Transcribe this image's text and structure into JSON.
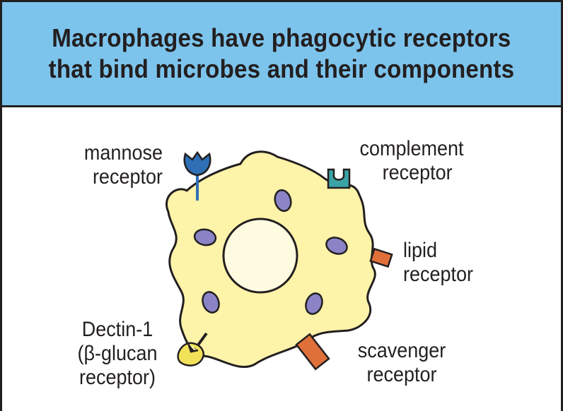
{
  "title": {
    "line1": "Macrophages have phagocytic receptors",
    "line2": "that bind microbes and their components"
  },
  "labels": {
    "mannose": [
      "mannose",
      "receptor"
    ],
    "complement": [
      "complement",
      "receptor"
    ],
    "lipid": [
      "lipid",
      "receptor"
    ],
    "dectin": [
      "Dectin-1",
      "(β-glucan",
      "receptor)"
    ],
    "scavenger": [
      "scavenger",
      "receptor"
    ]
  },
  "colors": {
    "header_bg": "#7dc4ec",
    "cell_fill": "#fdf3a9",
    "nucleus_fill": "#fffbe0",
    "vesicle": "#8a84c6",
    "mannose_receptor": "#2e6fb6",
    "complement_receptor": "#3ba3a6",
    "lipid_receptor": "#e0703a",
    "dectin_receptor": "#f2e25a",
    "scavenger_receptor": "#e0703a",
    "outline": "#231f20"
  }
}
